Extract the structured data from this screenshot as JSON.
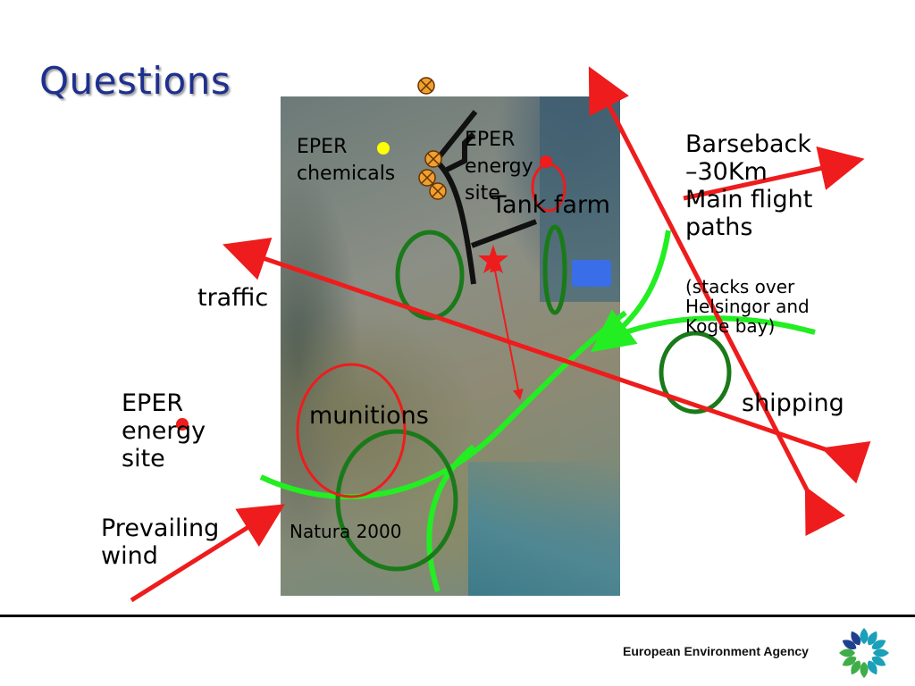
{
  "slide": {
    "title": "Questions"
  },
  "labels": {
    "eper_chemical": "EPER\nchemicals",
    "eper_energy_site_top": "EPER\nenergy\nsite",
    "tank_farm": "Tank farm",
    "barseback": "Barseback\n–30Km\nMain flight\npaths",
    "stacks": "(stacks over\nHelsingor and\nKoge bay)",
    "traffic": "traffic",
    "shipping": "shipping",
    "munitions": "munitions",
    "eper_energy_site_left": "EPER\nenergy\nsite",
    "prevailing_wind": "Prevailing\nwind",
    "natura": "Natura 2000"
  },
  "footer": {
    "agency": "European Environment Agency"
  },
  "colors": {
    "title": "#1f2f8f",
    "arrow_red": "#ee1c1c",
    "ring_green": "#1a7a1a",
    "path_green": "#22ee22",
    "marker_orange": "#f0a030",
    "marker_yellow": "#ffff00",
    "blue_block": "#3a6ee8"
  },
  "icons": [
    "cross-marker-icon",
    "star-icon",
    "eea-logo-icon"
  ]
}
